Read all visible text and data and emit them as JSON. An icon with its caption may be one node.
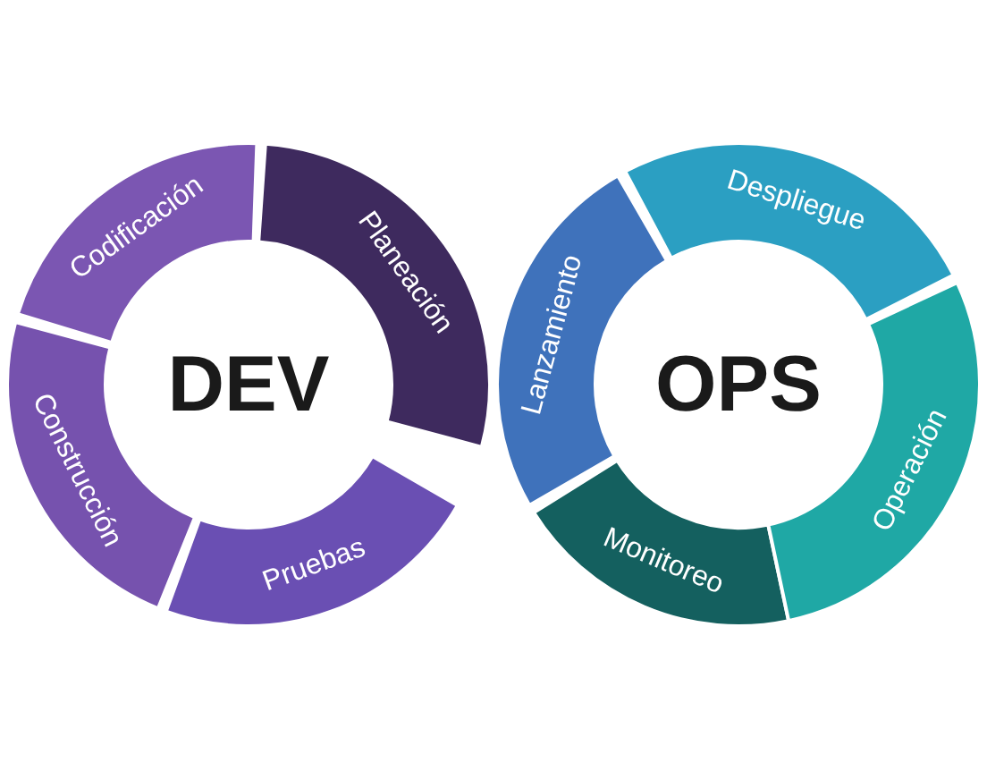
{
  "diagram": {
    "nodes": [
      {
        "text": [
          "Codificación"
        ]
      },
      {
        "text": [
          "Planeación"
        ]
      },
      {
        "text": [
          "Construcción"
        ]
      },
      {
        "text": [
          "Pruebas"
        ]
      },
      {
        "text": [
          "DEV"
        ]
      },
      {
        "text": [
          "Lanzamiento"
        ]
      },
      {
        "text": [
          "Despliegue"
        ]
      },
      {
        "text": [
          "Operación"
        ]
      },
      {
        "text": [
          "Monitoreo"
        ]
      },
      {
        "text": [
          "OPS"
        ]
      }
    ]
  }
}
